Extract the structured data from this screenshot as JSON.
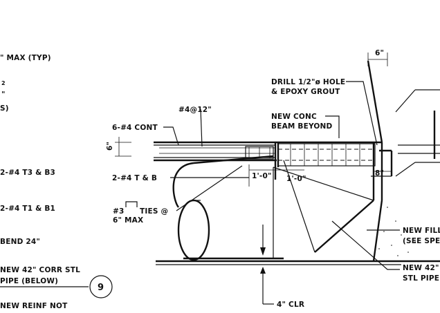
{
  "drawing": {
    "left_notes": [
      "\" MAX (TYP)",
      "2",
      "\"",
      "S)",
      "2-#4 T3 & B3",
      "2-#4 T1 & B1",
      "BEND 24\"",
      "NEW 42\" CORR STL",
      "PIPE (BELOW)",
      "NEW REINF NOT"
    ],
    "callouts": {
      "drill_line1": "DRILL 1/2\"ø HOLE",
      "drill_line2": "& EPOXY GROUT",
      "new_conc_line1": "NEW CONC",
      "new_conc_line2": "BEAM BEYOND",
      "bar_spacing": "#4@12\"",
      "cont_bars": "6-#4 CONT",
      "top_bottom_bars": "2-#4 T & B",
      "ties_line1": "#3",
      "ties_line2": "TIES @",
      "ties_line3": "6\" MAX",
      "fill_line1": "NEW FILL",
      "fill_line2": "(SEE SPE",
      "pipe_line1": "NEW 42\"",
      "pipe_line2": "STL PIPE",
      "clearance": "4\" CLR",
      "section_number": "9"
    },
    "dimensions": {
      "top": "6\"",
      "left": "6\"",
      "right_small": "8\"",
      "span_left": "1'-0\"",
      "span_right": "1'-0\""
    }
  }
}
